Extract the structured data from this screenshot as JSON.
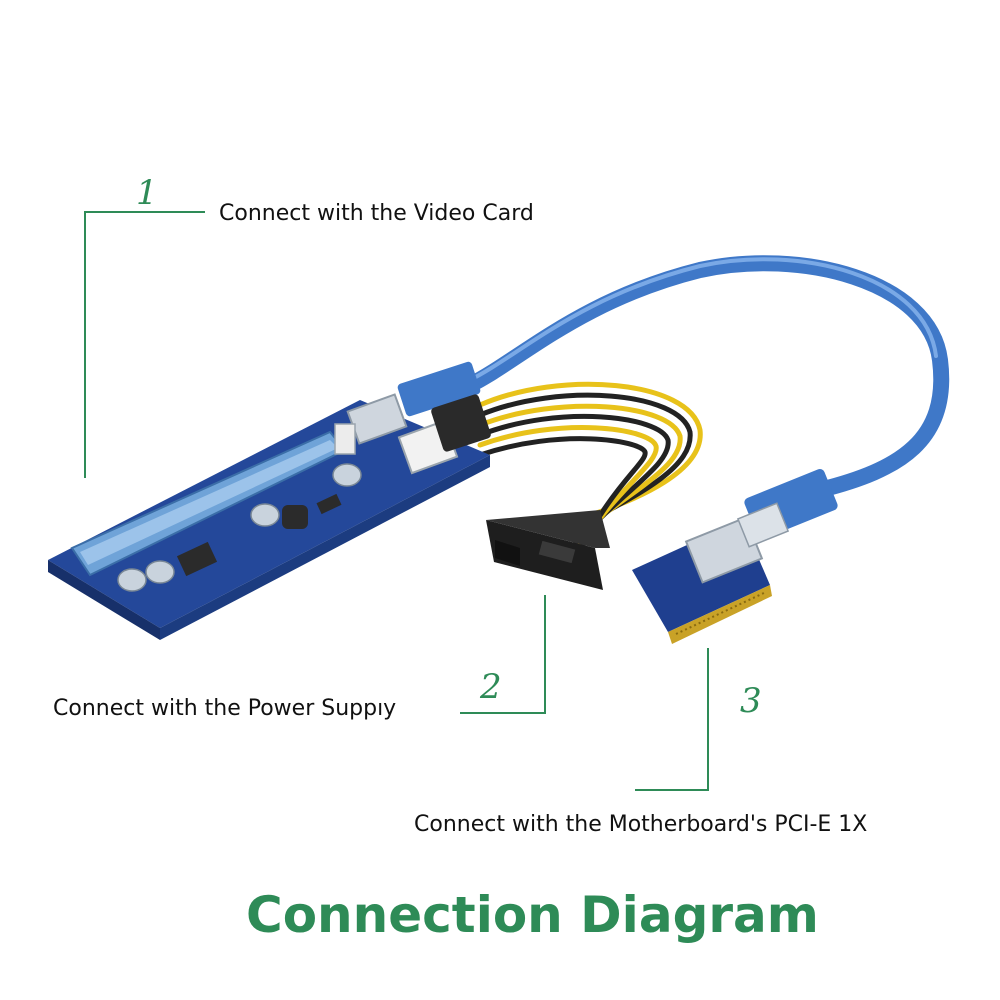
{
  "callouts": [
    {
      "number": "1",
      "label": "Connect with the Video Card"
    },
    {
      "number": "2",
      "label": "Connect with the Power Suppıy"
    },
    {
      "number": "3",
      "label": "Connect with the Motherboard's PCI-E 1X"
    }
  ],
  "title": "Connection Diagram",
  "colors": {
    "accent": "#2e8b57",
    "board": "#24489a",
    "cable": "#3f78c8",
    "slot": "#6fa3d8",
    "wire_yellow": "#e8c21a",
    "wire_black": "#222222"
  }
}
